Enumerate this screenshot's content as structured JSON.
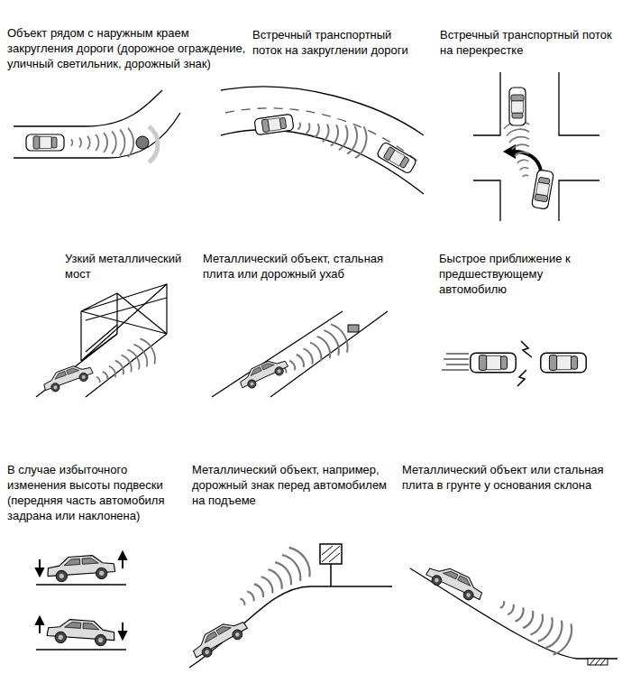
{
  "diagram": {
    "labels": [
      "Объект рядом с наружным краем закругления дороги (дорожное ограждение, уличный светильник, дорожный знак)",
      "Встречный транспортный поток на закруглении дороги",
      "Встречный транспортный поток на перекрестке",
      "Узкий металлический мост",
      "Металлический объект, стальная плита или дорожный ухаб",
      "Быстрое приближение к предшествующему автомобилю",
      "В случае избыточного изменения высоты подвески (передняя часть автомобиля задрана или наклонена)",
      "Металлический объект, например, дорожный знак перед автомобилем на подъеме",
      "Металлический объект или стальная плита в грунте у основания склона"
    ]
  }
}
